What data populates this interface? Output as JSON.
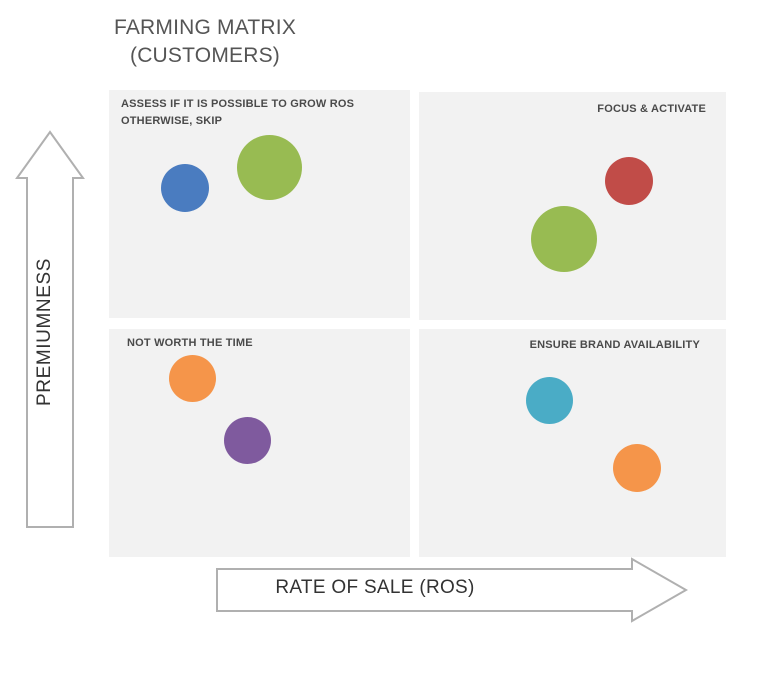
{
  "title": {
    "line1": "FARMING MATRIX",
    "line2": "(CUSTOMERS)"
  },
  "axes": {
    "x_label": "RATE OF SALE (ROS)",
    "y_label": "PREMIUMNESS"
  },
  "quadrants": {
    "top_left": {
      "line1": "ASSESS IF IT IS POSSIBLE TO GROW ROS",
      "line2": "OTHERWISE, SKIP"
    },
    "top_right": {
      "label": "FOCUS & ACTIVATE"
    },
    "bottom_left": {
      "label": "NOT WORTH THE TIME"
    },
    "bottom_right": {
      "label": "ENSURE BRAND AVAILABILITY"
    }
  },
  "colors": {
    "quadrant_bg": "#f2f2f2",
    "blue": "#4a7cc0",
    "green": "#98bb52",
    "red": "#c14c48",
    "orange": "#f5954a",
    "purple": "#7f5a9e",
    "teal": "#4aacc6",
    "arrow_outline": "#b0b0b0"
  }
}
